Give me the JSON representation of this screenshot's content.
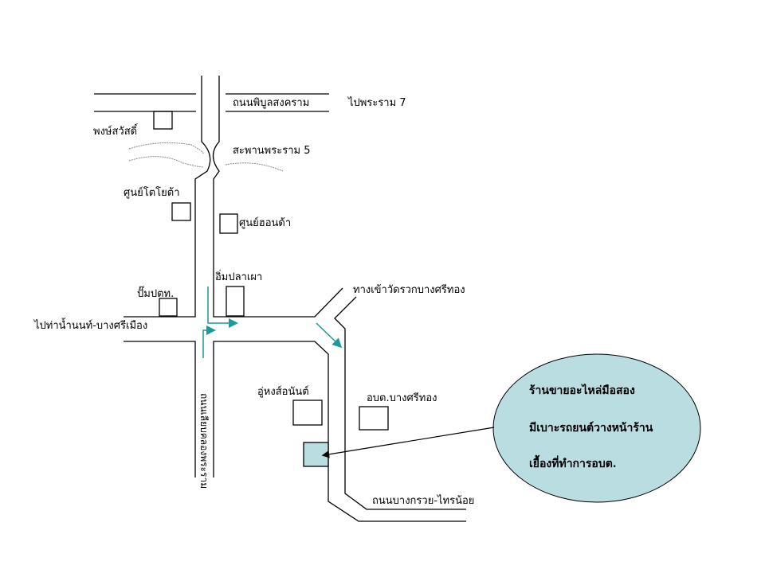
{
  "map": {
    "labels": {
      "phibun_road": "ถนนพิบูลสงคราม",
      "to_rama7": "ไปพระราม 7",
      "pongsawat": "พงษ์สวัสดิ์",
      "rama5_bridge": "สะพานพระราม 5",
      "toyota": "ศูนย์โตโยต้า",
      "honda": "ศูนย์ฮอนด้า",
      "grilled_fish": "อิ่มปลาเผา",
      "ptt_station": "ปั๊มปตท.",
      "to_tha_nam": "ไปท่าน้ำนนท์-บางศรีเมือง",
      "wat_entrance": "ทางเข้าวัดรวกบางศรีทอง",
      "garage": "อู่หงส์อนันต์",
      "sao_office": "อบต.บางศรีทอง",
      "bangkruai_road": "ถนนบางกรวย-ไทรน้อย",
      "vertical_road": "ถนนเลียบคลองพระราม"
    },
    "callout": {
      "line1": "ร้านขายอะไหล่มือสอง",
      "line2": "มีเบาะรถยนต์วางหน้าร้าน",
      "line3": "เยื้องที่ทำการอบต."
    },
    "colors": {
      "arrow": "#1a9a9a",
      "callout_fill": "#b9dde0",
      "shop_fill": "#b9dde0"
    }
  }
}
